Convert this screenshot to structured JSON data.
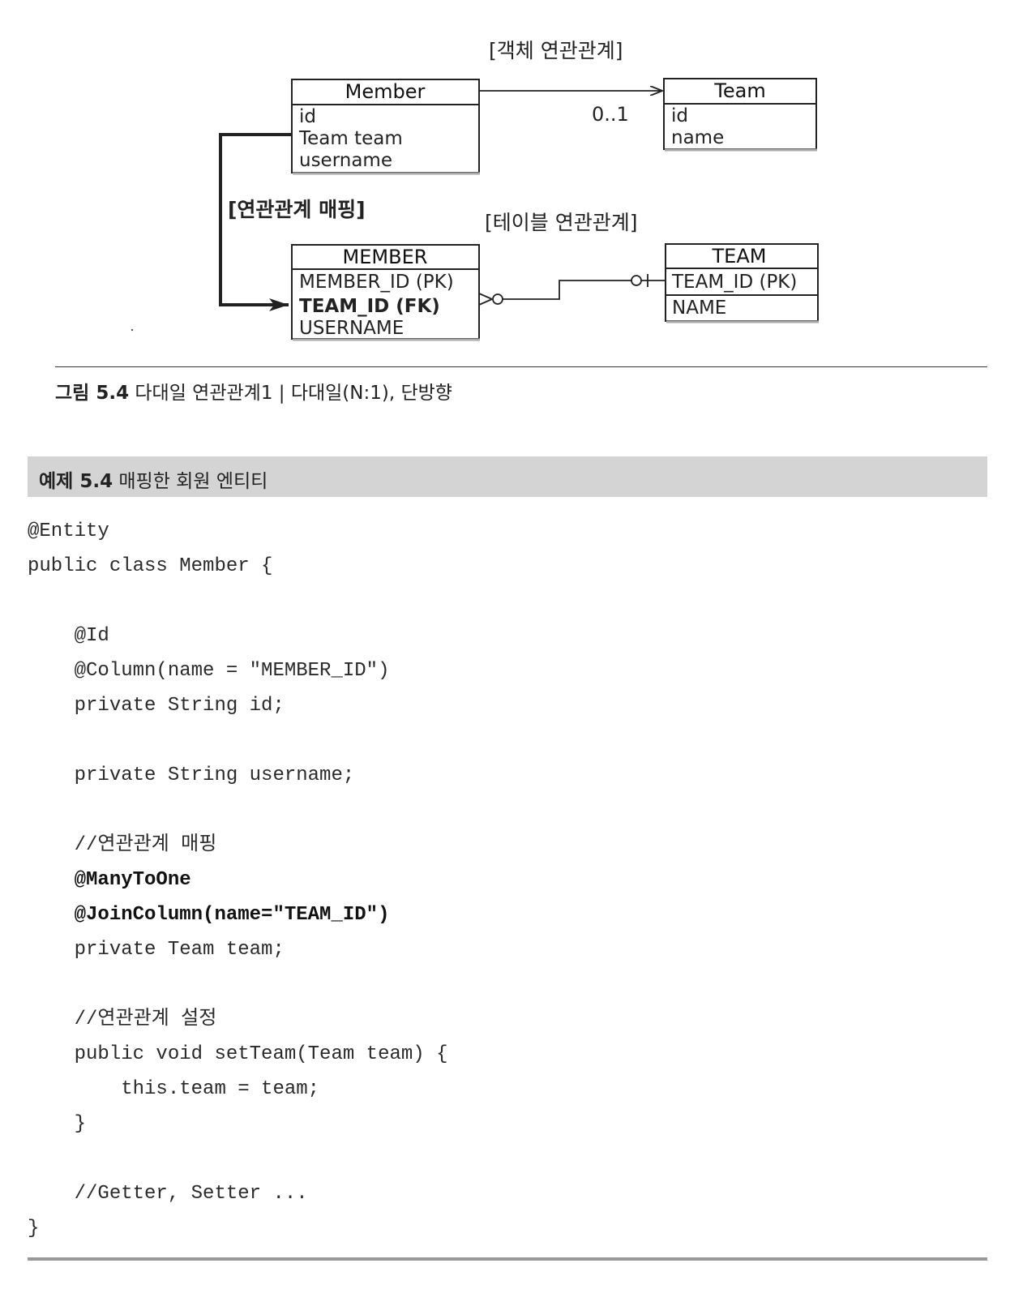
{
  "diagram": {
    "object_label": "[객체 연관관계]",
    "mapping_label": "[연관관계 매핑]",
    "table_label": "[테이블 연관관계]",
    "multiplicity": "0..1",
    "member_class": {
      "title": "Member",
      "fields": [
        "id",
        "Team team",
        "username"
      ]
    },
    "team_class": {
      "title": "Team",
      "fields": [
        "id",
        "name"
      ]
    },
    "member_table": {
      "title": "MEMBER",
      "fields": [
        "MEMBER_ID (PK)",
        "TEAM_ID (FK)",
        "USERNAME"
      ]
    },
    "team_table": {
      "title": "TEAM",
      "fields": [
        "TEAM_ID (PK)",
        "NAME"
      ]
    }
  },
  "figure": {
    "number": "그림 5.4",
    "caption": "다대일 연관관계1 | 다대일(N:1), 단방향"
  },
  "example": {
    "number": "예제 5.4",
    "title": "매핑한 회원 엔티티"
  },
  "code": {
    "lines": [
      "@Entity",
      "public class Member {",
      "",
      "    @Id",
      "    @Column(name = \"MEMBER_ID\")",
      "    private String id;",
      "",
      "    private String username;",
      "",
      "    //연관관계 매핑",
      "    @ManyToOne",
      "    @JoinColumn(name=\"TEAM_ID\")",
      "    private Team team;",
      "",
      "    //연관관계 설정",
      "    public void setTeam(Team team) {",
      "        this.team = team;",
      "    }",
      "",
      "    //Getter, Setter ...",
      "}"
    ],
    "bold_lines": [
      10,
      11
    ]
  }
}
